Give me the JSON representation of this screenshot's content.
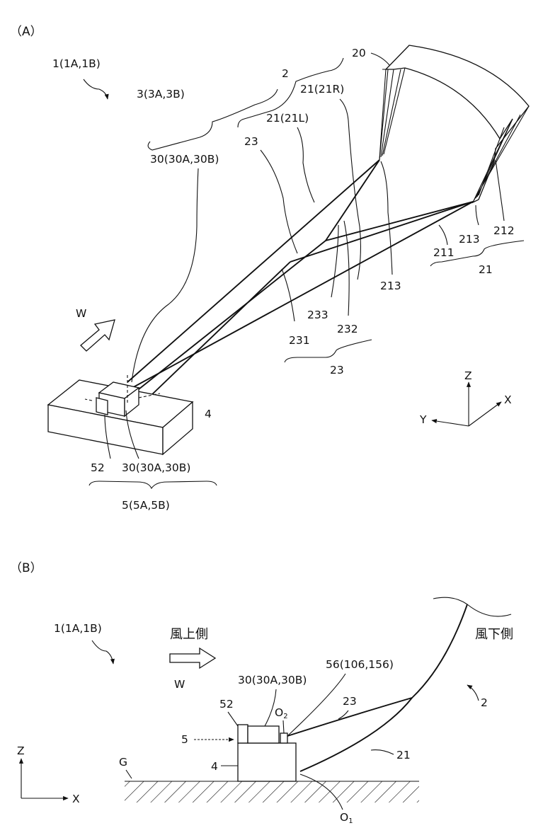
{
  "panel_a": {
    "caption": "（A）",
    "system_label": "1(1A,1B)",
    "tether_group_label": "3(3A,3B)",
    "kite_label": "2",
    "canopy_label": "20",
    "right_bridle_label": "21(21R)",
    "left_bridle_label": "21(21L)",
    "control_line_label": "23",
    "winch_label_top": "30(30A,30B)",
    "winch_label_bottom": "30(30A,30B)",
    "brake_label": "52",
    "ground_unit_label": "4",
    "station_label": "5(5A,5B)",
    "wind_label": "W",
    "line_213_left": "213",
    "line_213_right": "213",
    "line_212": "212",
    "line_211": "211",
    "group_21": "21",
    "line_233": "233",
    "line_232": "232",
    "line_231": "231",
    "group_23": "23",
    "axes": {
      "z": "Z",
      "x": "X",
      "y": "Y"
    }
  },
  "panel_b": {
    "caption": "（B）",
    "system_label": "1(1A,1B)",
    "upwind_text": "風上側",
    "downwind_text": "風下側",
    "wind_label": "W",
    "winch_label": "30(30A,30B)",
    "pulley_label": "56(106,156)",
    "origin_top": "O",
    "origin_top_sub": "2",
    "origin_bottom": "O",
    "origin_bottom_sub": "1",
    "brake_label": "52",
    "station_label": "5",
    "ground_unit_label": "4",
    "ground_label": "G",
    "line_23": "23",
    "line_21": "21",
    "kite_label": "2",
    "axes": {
      "z": "Z",
      "x": "X"
    }
  }
}
